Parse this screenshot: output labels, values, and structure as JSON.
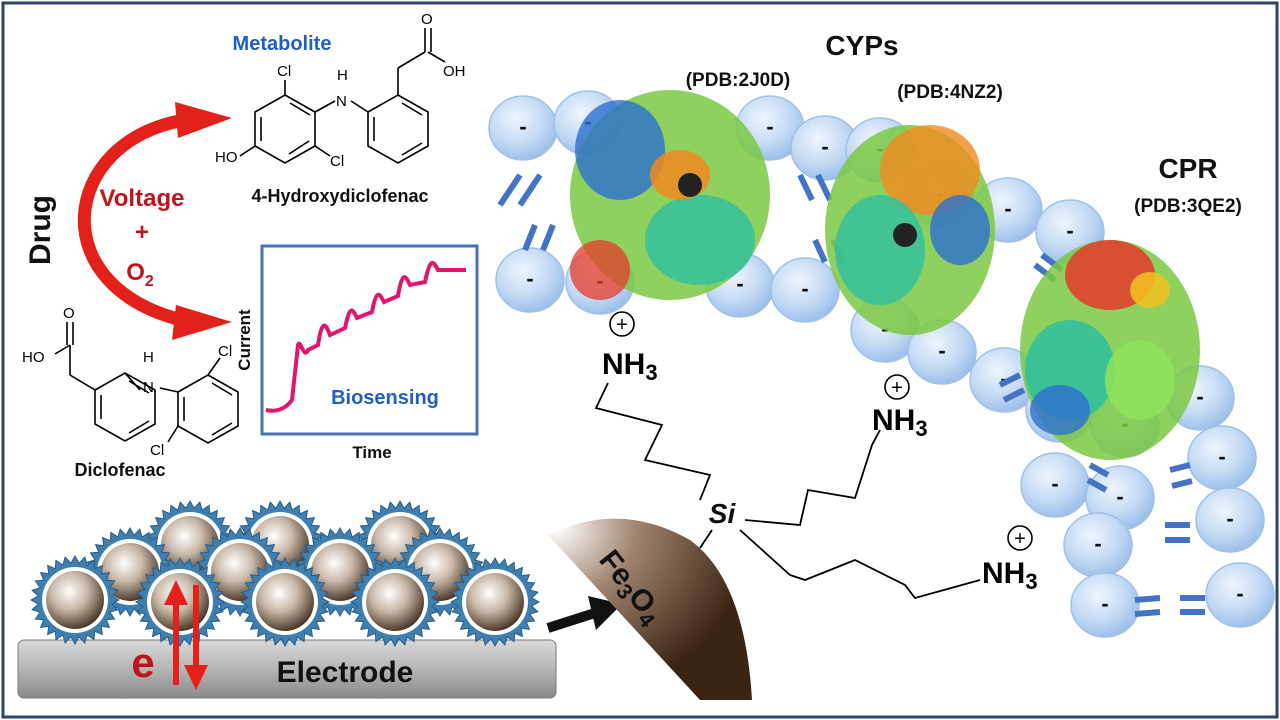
{
  "labels": {
    "drug": "Drug",
    "voltage": "Voltage",
    "plus": "+",
    "o2_main": "O",
    "o2_sub": "2",
    "metabolite_title": "Metabolite",
    "metabolite_name": "4-Hydroxydiclofenac",
    "diclofenac": "Diclofenac",
    "current": "Current",
    "time": "Time",
    "biosensing": "Biosensing",
    "cyps": "CYPs",
    "pdb1": "(PDB:2J0D)",
    "pdb2": "(PDB:4NZ2)",
    "cpr": "CPR",
    "pdb3": "(PDB:3QE2)",
    "nh3_main": "NH",
    "nh3_sub": "3",
    "plus_sign": "+",
    "si": "Si",
    "fe": "Fe",
    "fe_sub": "3",
    "o": "O",
    "o_sub": "4",
    "electrode": "Electrode",
    "electron": "e",
    "minus": "-"
  },
  "chem": {
    "cl": "Cl",
    "h": "H",
    "n": "N",
    "o": "O",
    "oh": "OH",
    "ho": "HO"
  },
  "colors": {
    "frame": "#2e4566",
    "red_arrow": "#e4201a",
    "label_red": "#c0141b",
    "label_blue": "#1f5fbf",
    "curve": "#e0166e",
    "sphere_fill": "#c7dcf5",
    "sphere_stroke": "#8fb3e0",
    "double_bond": "#4472c4",
    "fe3o4": "#5a3a22",
    "electrode": "#9e9e9e",
    "nanoparticle_ring": "#3f7fb0"
  }
}
